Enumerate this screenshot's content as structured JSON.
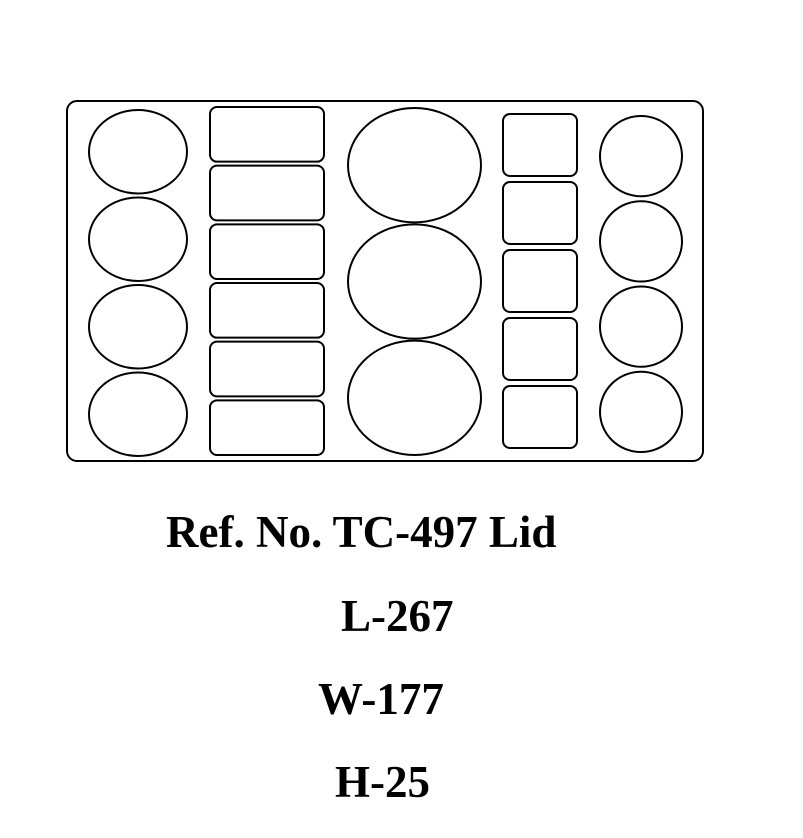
{
  "diagram": {
    "columns": [
      {
        "shape": "ellipse",
        "count": 4
      },
      {
        "shape": "rounded-rect",
        "count": 6
      },
      {
        "shape": "ellipse",
        "count": 3
      },
      {
        "shape": "rounded-rect",
        "count": 5
      },
      {
        "shape": "ellipse",
        "count": 4
      }
    ],
    "compartments_total": 22,
    "stroke_color": "#000000",
    "fill_color": "#ffffff"
  },
  "product": {
    "reference": "Ref. No. TC-497 Lid",
    "length": "L-267",
    "width": "W-177",
    "height": "H-25"
  }
}
